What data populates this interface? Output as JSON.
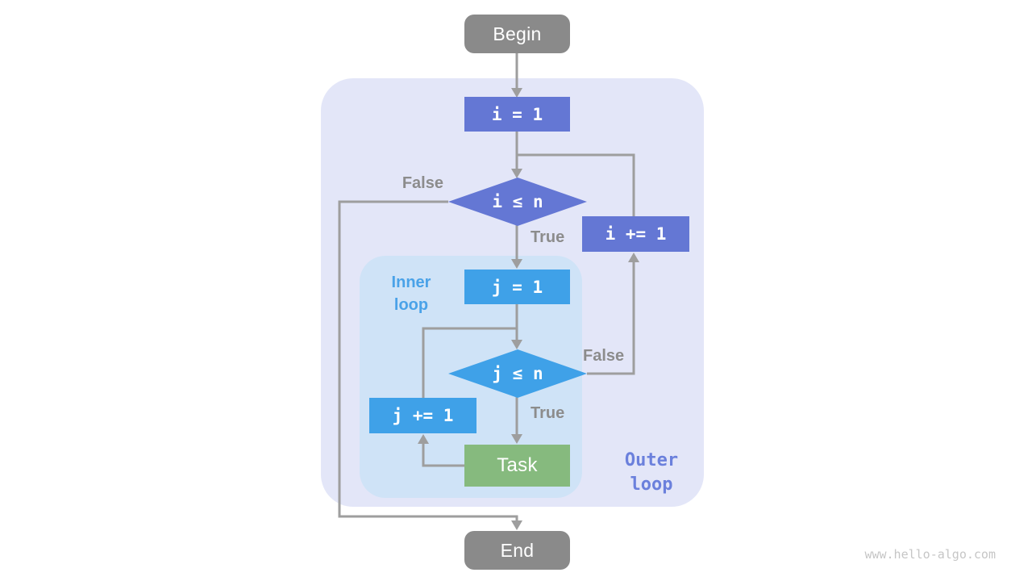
{
  "diagram": {
    "type": "flowchart",
    "subject": "nested loop control flow",
    "nodes": {
      "begin": {
        "label": "Begin",
        "shape": "rounded-terminal",
        "color": "#8a8a8a"
      },
      "init_i": {
        "label": "i = 1",
        "shape": "process",
        "color": "#6477d4"
      },
      "cond_i": {
        "label": "i ≤ n",
        "shape": "decision",
        "color": "#6477d4"
      },
      "inc_i": {
        "label": "i += 1",
        "shape": "process",
        "color": "#6477d4"
      },
      "init_j": {
        "label": "j = 1",
        "shape": "process",
        "color": "#3fa1e8"
      },
      "cond_j": {
        "label": "j ≤ n",
        "shape": "decision",
        "color": "#3fa1e8"
      },
      "inc_j": {
        "label": "j += 1",
        "shape": "process",
        "color": "#3fa1e8"
      },
      "task": {
        "label": "Task",
        "shape": "process",
        "color": "#86ba7e"
      },
      "end": {
        "label": "End",
        "shape": "rounded-terminal",
        "color": "#8a8a8a"
      }
    },
    "edge_labels": {
      "outer_false": "False",
      "outer_true": "True",
      "inner_false": "False",
      "inner_true": "True"
    },
    "regions": {
      "outer": {
        "lines": [
          "Outer",
          "loop"
        ],
        "bg": "#e3e6f8",
        "label_color": "#6b80dc"
      },
      "inner": {
        "lines": [
          "Inner",
          "loop"
        ],
        "bg": "#cfe3f7",
        "label_color": "#4aa2e8"
      }
    },
    "arrow_color": "#9e9e9e",
    "edge_label_color": "#8c8c8c",
    "watermark": "www.hello-algo.com"
  }
}
